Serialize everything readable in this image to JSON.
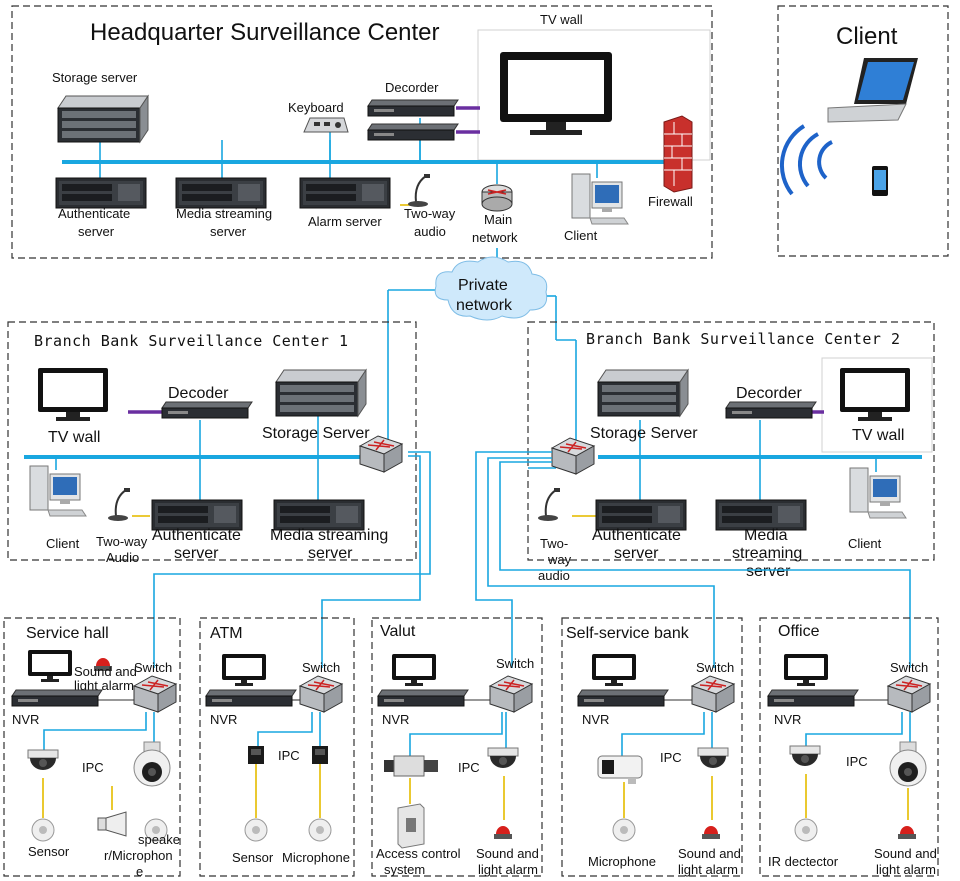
{
  "headquarter": {
    "title": "Headquarter Surveillance Center",
    "storage_server": "Storage server",
    "keyboard": "Keyboard",
    "decoder": "Decorder",
    "tv_wall": "TV wall",
    "authenticate_server": [
      "Authenticate",
      "server"
    ],
    "media_streaming_server": [
      "Media streaming",
      "server"
    ],
    "alarm_server": "Alarm server",
    "two_way_audio": [
      "Two-way",
      "audio"
    ],
    "main_network": [
      "Main",
      "network"
    ],
    "client": "Client",
    "firewall": "Firewall"
  },
  "client_box": {
    "title": "Client"
  },
  "private_network": [
    "Private",
    "network"
  ],
  "branch1": {
    "title": "Branch Bank Surveillance Center 1",
    "tv_wall": "TV wall",
    "decoder": "Decoder",
    "storage_server": "Storage Server",
    "client": "Client",
    "two_way_audio": [
      "Two-way",
      "Audio"
    ],
    "authenticate_server": [
      "Authenticate",
      "server"
    ],
    "media_streaming_server": [
      "Media streaming",
      "server"
    ]
  },
  "branch2": {
    "title": "Branch Bank Surveillance Center 2",
    "storage_server": "Storage Server",
    "decoder": "Decorder",
    "tv_wall": "TV wall",
    "two_way_audio": [
      "Two-",
      "way",
      "audio"
    ],
    "authenticate_server": [
      "Authenticate",
      "server"
    ],
    "media_streaming_server": [
      "Media",
      "streaming",
      "server"
    ],
    "client": "Client"
  },
  "sites": [
    {
      "title": "Service hall",
      "switch": "Switch",
      "nvr": "NVR",
      "ipc": "IPC",
      "alarm": [
        "Sound and",
        "light alarm"
      ],
      "sensor": "Sensor",
      "speaker": [
        "speake",
        "r/Microphon",
        "e"
      ]
    },
    {
      "title": "ATM",
      "switch": "Switch",
      "nvr": "NVR",
      "ipc": "IPC",
      "sensor": "Sensor",
      "microphone": "Microphone"
    },
    {
      "title": "Valut",
      "switch": "Switch",
      "nvr": "NVR",
      "ipc": "IPC",
      "access": [
        "Access control",
        "system"
      ],
      "alarm": [
        "Sound and",
        "light alarm"
      ]
    },
    {
      "title": "Self-service bank",
      "switch": "Switch",
      "nvr": "NVR",
      "ipc": "IPC",
      "microphone": "Microphone",
      "alarm": [
        "Sound and",
        "light alarm"
      ]
    },
    {
      "title": "Office",
      "switch": "Switch",
      "nvr": "NVR",
      "ipc": "IPC",
      "ir": "IR dectector",
      "alarm": [
        "Sound and",
        "light alarm"
      ]
    }
  ]
}
